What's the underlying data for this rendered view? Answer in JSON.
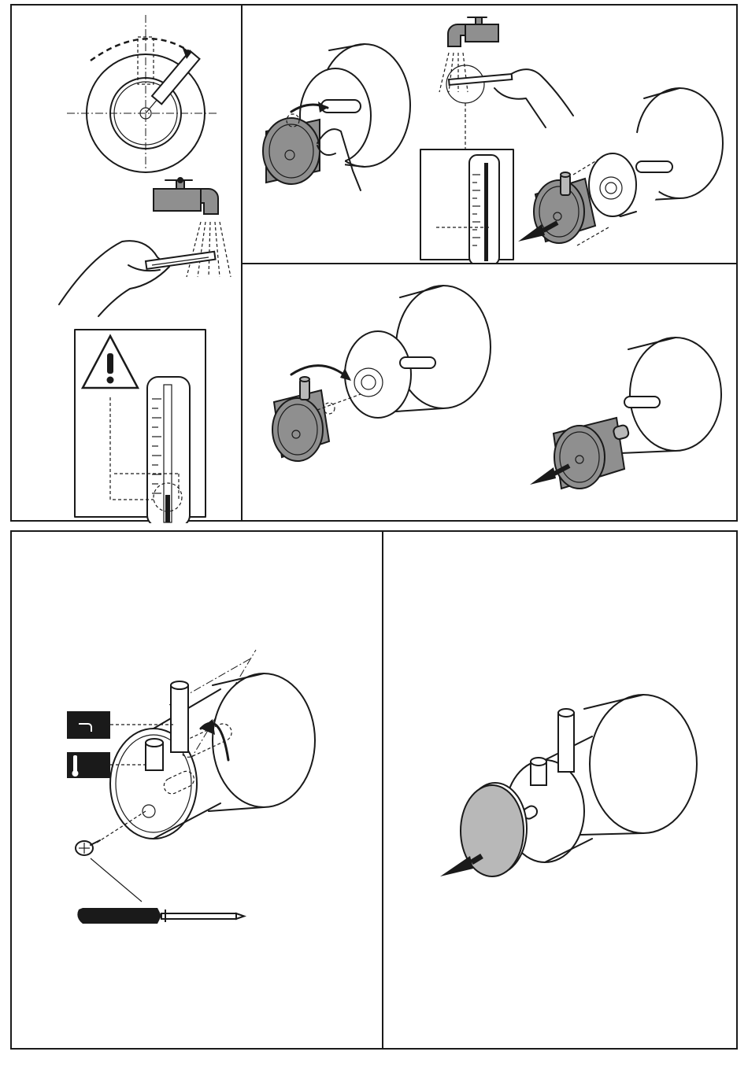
{
  "steps": [
    {
      "id": "step-1",
      "description": "adjust-temperature-with-thermometer"
    },
    {
      "id": "step-2",
      "description": "remove-temperature-knob"
    },
    {
      "id": "step-3",
      "description": "refit-temperature-knob"
    },
    {
      "id": "step-4",
      "description": "fit-handles-and-screw"
    },
    {
      "id": "step-5",
      "description": "press-on-cover-cap"
    }
  ],
  "icons": {
    "warning": "warning-triangle-icon",
    "faucet": "faucet-icon",
    "thermometer": "thermometer-icon",
    "screwdriver": "screwdriver-icon",
    "screw": "screw-icon",
    "hand": "hand-icon",
    "arrow": "push-arrow-icon",
    "rotate": "rotate-arrow-icon"
  },
  "colors": {
    "line": "#1a1a1a",
    "knob_grey": "#8f8f8f",
    "cap_grey": "#b8b8b8",
    "background": "#ffffff"
  }
}
